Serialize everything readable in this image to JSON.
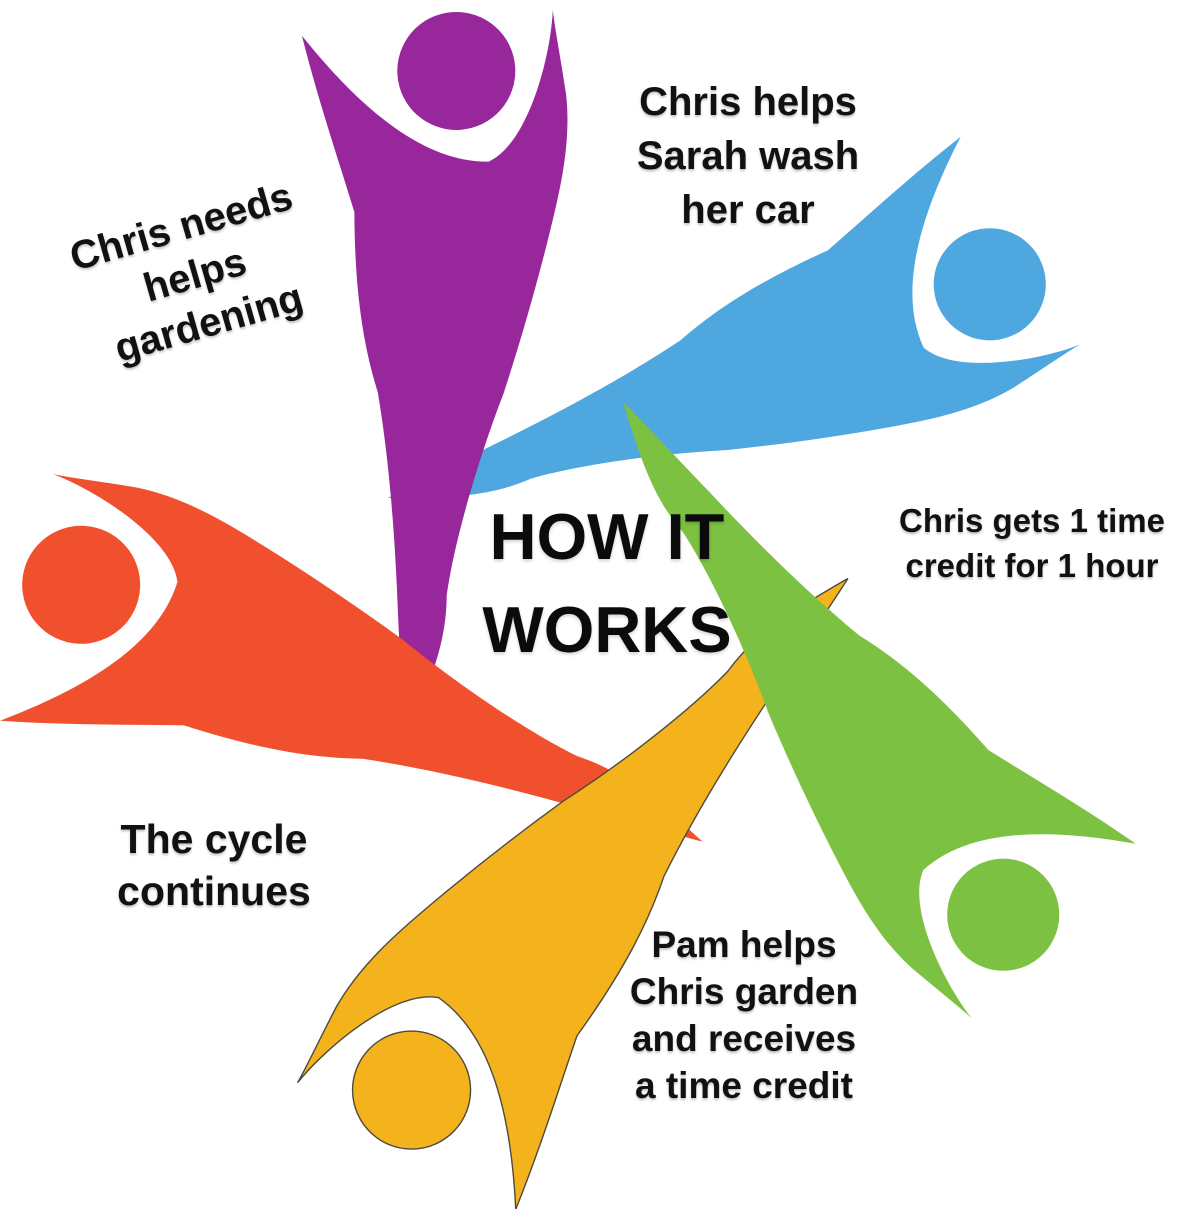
{
  "title": {
    "line1": "HOW IT",
    "line2": "WORKS"
  },
  "labels": {
    "chris_needs": {
      "lines": [
        "Chris needs",
        "helps",
        "gardening"
      ]
    },
    "chris_helps": {
      "lines": [
        "Chris helps",
        "Sarah wash",
        "her car"
      ]
    },
    "chris_gets": {
      "lines": [
        "Chris gets 1 time",
        "credit for 1 hour"
      ]
    },
    "pam_helps": {
      "lines": [
        "Pam helps",
        "Chris garden",
        "and receives",
        "a time credit"
      ]
    },
    "cycle": {
      "lines": [
        "The cycle",
        "continues"
      ]
    }
  },
  "figures": {
    "blue": {
      "label": "blue-person",
      "color": "#4EA7DE"
    },
    "purple": {
      "label": "purple-person",
      "color": "#97279B"
    },
    "red": {
      "label": "red-person",
      "color": "#F0502E"
    },
    "yellow": {
      "label": "yellow-person",
      "color": "#F4B31C",
      "outline": "#4D4A40"
    },
    "green": {
      "label": "green-person",
      "color": "#7DC142"
    }
  },
  "colors": {
    "background": "#FFFFFF",
    "text": "#111111",
    "title_text": "#0B0B0B"
  }
}
